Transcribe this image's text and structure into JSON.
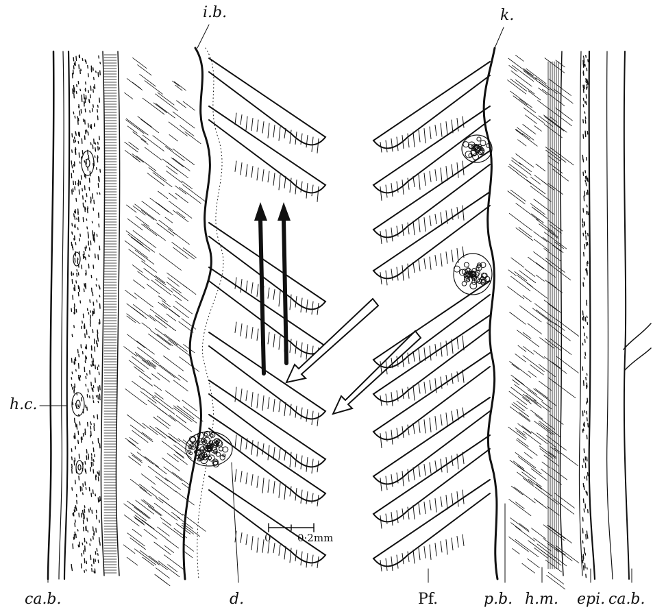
{
  "figure": {
    "labels": {
      "ib": "i.b.",
      "k": "k.",
      "hc": "h.c.",
      "cab_left": "ca.b.",
      "d": "d.",
      "pf": "Pf.",
      "pb": "p.b.",
      "hm": "h.m.",
      "epi": "epi.",
      "cab_right": "ca.b."
    },
    "scale_bar": {
      "start_label": "0",
      "end_label": "0·2mm"
    },
    "arrows": {
      "solid": "solid-upward-arrows",
      "hollow": "hollow-diagonal-arrows"
    },
    "colors": {
      "ink": "#111111",
      "paper": "#ffffff"
    }
  }
}
